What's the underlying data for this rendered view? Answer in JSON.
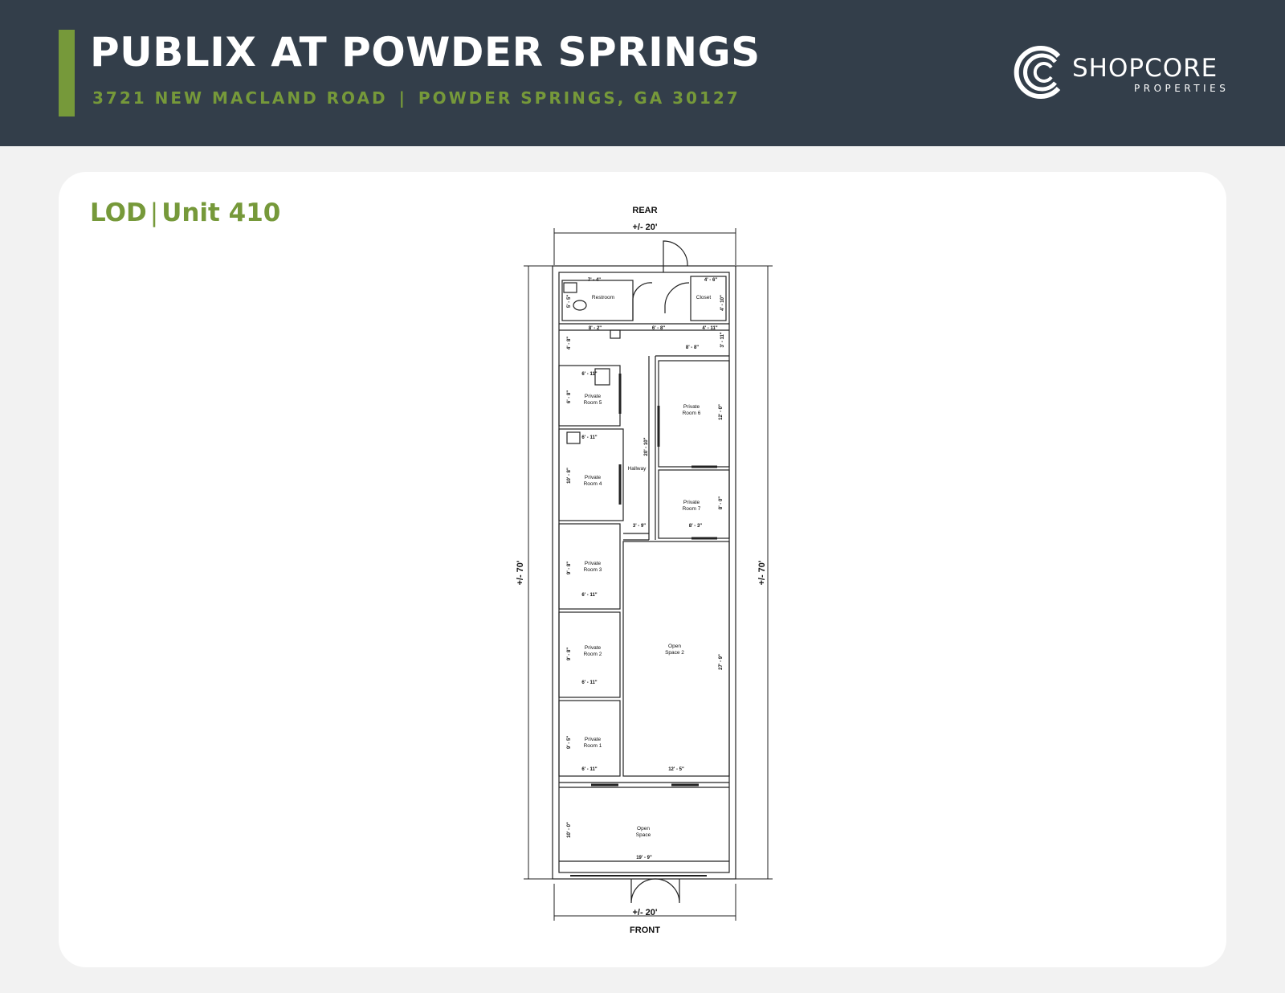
{
  "header": {
    "title": "PUBLIX AT POWDER SPRINGS",
    "address_line1": "3721 NEW MACLAND ROAD",
    "address_separator": "|",
    "address_line2": "POWDER SPRINGS, GA 30127"
  },
  "logo": {
    "name": "SHOPCORE",
    "sub": "PROPERTIES",
    "icon": "shopcore-c-logo"
  },
  "section": {
    "prefix": "LOD",
    "separator": "|",
    "unit": "Unit 410"
  },
  "plan": {
    "rear": "REAR",
    "front": "FRONT",
    "width_top": "+/- 20'",
    "width_bottom": "+/- 20'",
    "depth_left": "+/- 70'",
    "depth_right": "+/- 70'",
    "rooms": {
      "restroom": "Restroom",
      "closet": "Closet",
      "hallway": "Hallway",
      "pr5_a": "Private",
      "pr5_b": "Room 5",
      "pr4_a": "Private",
      "pr4_b": "Room 4",
      "pr3_a": "Private",
      "pr3_b": "Room 3",
      "pr2_a": "Private",
      "pr2_b": "Room 2",
      "pr1_a": "Private",
      "pr1_b": "Room 1",
      "pr6_a": "Private",
      "pr6_b": "Room 6",
      "pr7_a": "Private",
      "pr7_b": "Room 7",
      "os2_a": "Open",
      "os2_b": "Space 2",
      "os_a": "Open",
      "os_b": "Space"
    },
    "dims": {
      "restroom_w": "7' - 4\"",
      "restroom_h": "5' - 5\"",
      "closet_w": "4' - 6\"",
      "closet_h": "4' - 10\"",
      "corr_w1": "8' - 2\"",
      "corr_w2": "6' - 8\"",
      "corr_w3": "4' - 11\"",
      "corr_h": "4' - 8\"",
      "step_h": "3' - 11\"",
      "pr6_w": "8' - 8\"",
      "pr6_h": "12' - 0\"",
      "pr5_w": "6' - 11\"",
      "pr5_h": "6' - 8\"",
      "pr4_w": "6' - 11\"",
      "pr4_h": "10' - 8\"",
      "hall_h": "20' - 10\"",
      "hall_w": "3' - 9\"",
      "pr7_w": "8' - 3\"",
      "pr7_h": "8' - 0\"",
      "pr3_w": "6' - 11\"",
      "pr3_h": "9' - 8\"",
      "pr2_w": "6' - 11\"",
      "pr2_h": "9' - 8\"",
      "pr1_w": "6' - 11\"",
      "pr1_h": "9' - 5\"",
      "os2_w": "12' - 5\"",
      "os2_h": "27' - 9\"",
      "os_w": "19' - 9\"",
      "os_h": "10' - 0\""
    }
  }
}
